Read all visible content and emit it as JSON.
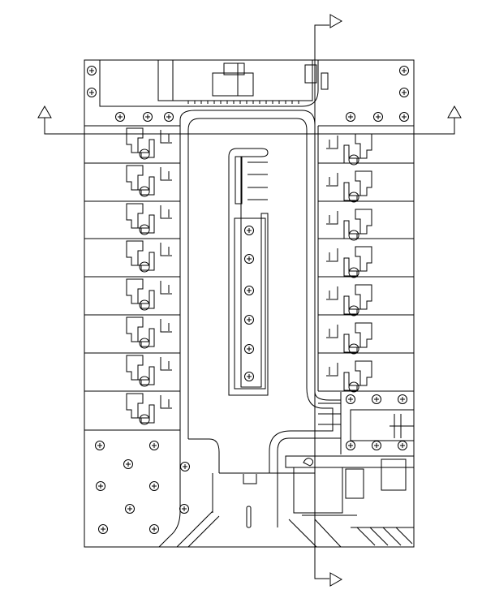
{
  "drawing": {
    "type": "architectural-floor-plan",
    "line_color": "#000000",
    "background_color": "#ffffff",
    "section_markers": [
      "section-arrow-top",
      "section-arrow-bottom",
      "section-arrow-left",
      "section-arrow-right"
    ],
    "left_units": 8,
    "right_units": 7,
    "planting_symbol": "tree-icon",
    "text_labels": []
  }
}
